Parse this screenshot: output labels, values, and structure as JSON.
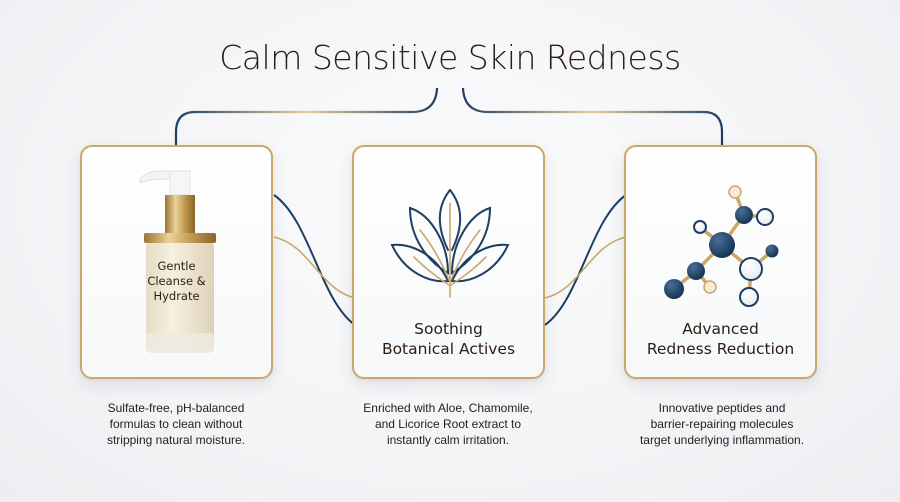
{
  "title": "Calm Sensitive Skin Redness",
  "colors": {
    "navy": "#1d3f63",
    "gold": "#c9a86a",
    "text": "#2a1d15",
    "background": "#f3f4f6"
  },
  "cards": [
    {
      "icon": "cleanser-bottle-icon",
      "label_lines": [
        "Gentle",
        "Cleanse &",
        "Hydrate"
      ],
      "description_lines": [
        "Sulfate-free, pH-balanced",
        "formulas to clean without",
        "stripping natural moisture."
      ]
    },
    {
      "icon": "botanical-leaves-icon",
      "label_lines": [
        "Soothing",
        "Botanical Actives"
      ],
      "description_lines": [
        "Enriched with Aloe, Chamomile,",
        "and Licorice Root extract to",
        "instantly calm irritation."
      ]
    },
    {
      "icon": "molecule-icon",
      "label_lines": [
        "Advanced",
        "Redness Reduction"
      ],
      "description_lines": [
        "Innovative peptides and",
        "barrier-repairing molecules",
        "target underlying inflammation."
      ]
    }
  ]
}
